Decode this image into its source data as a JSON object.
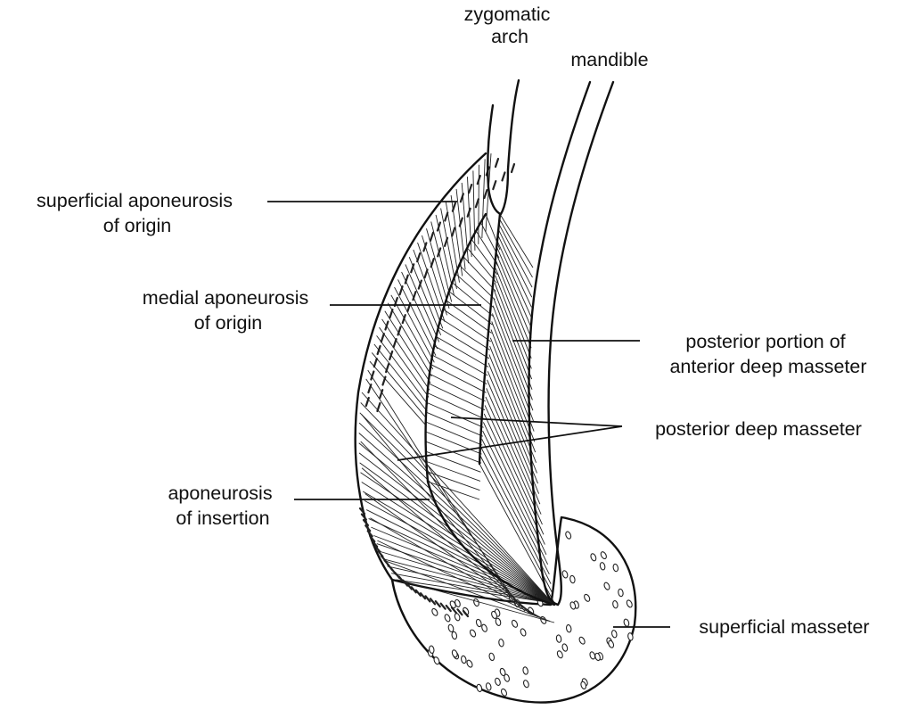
{
  "labels": {
    "zygomatic_arch_line1": "zygomatic",
    "zygomatic_arch_line2": "arch",
    "mandible": "mandible",
    "superficial_aponeurosis_line1": "superficial aponeurosis",
    "superficial_aponeurosis_line2": "of origin",
    "medial_aponeurosis_line1": "medial aponeurosis",
    "medial_aponeurosis_line2": "of origin",
    "posterior_anterior_deep_line1": "posterior portion of",
    "posterior_anterior_deep_line2": "anterior deep masseter",
    "posterior_deep_masseter": "posterior deep masseter",
    "aponeurosis_insertion_line1": "aponeurosis",
    "aponeurosis_insertion_line2": "of insertion",
    "superficial_masseter": "superficial masseter"
  }
}
